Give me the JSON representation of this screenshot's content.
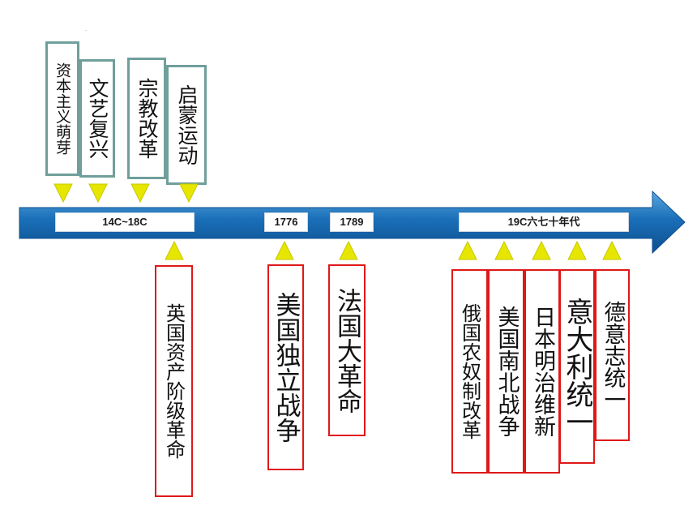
{
  "timeline": {
    "colors": {
      "bar": "#1a6fb8",
      "grey_border": "#6f9f9b",
      "red_border": "#e01818",
      "triangle": "#e6e600"
    },
    "periods": [
      {
        "id": "p1",
        "label": "14C~18C"
      },
      {
        "id": "p2",
        "label": "1776"
      },
      {
        "id": "p3",
        "label": "1789"
      },
      {
        "id": "p4",
        "label": "19C六七十年代"
      }
    ],
    "top_events": [
      {
        "id": "t1",
        "text": "资本主义萌芽"
      },
      {
        "id": "t2",
        "text": "文艺复兴"
      },
      {
        "id": "t3",
        "text": "宗教改革"
      },
      {
        "id": "t4",
        "text": "启蒙运动"
      }
    ],
    "bottom_events": [
      {
        "id": "b1",
        "text": "英国资产阶级革命"
      },
      {
        "id": "b2",
        "text": "美国独立战争"
      },
      {
        "id": "b3",
        "text": "法国大革命"
      },
      {
        "id": "b4",
        "text": "俄国农奴制改革"
      },
      {
        "id": "b5",
        "text": "美国南北战争"
      },
      {
        "id": "b6",
        "text": "日本明治维新"
      },
      {
        "id": "b7",
        "text": "意大利统一"
      },
      {
        "id": "b8",
        "text": "德意志统一"
      }
    ]
  }
}
